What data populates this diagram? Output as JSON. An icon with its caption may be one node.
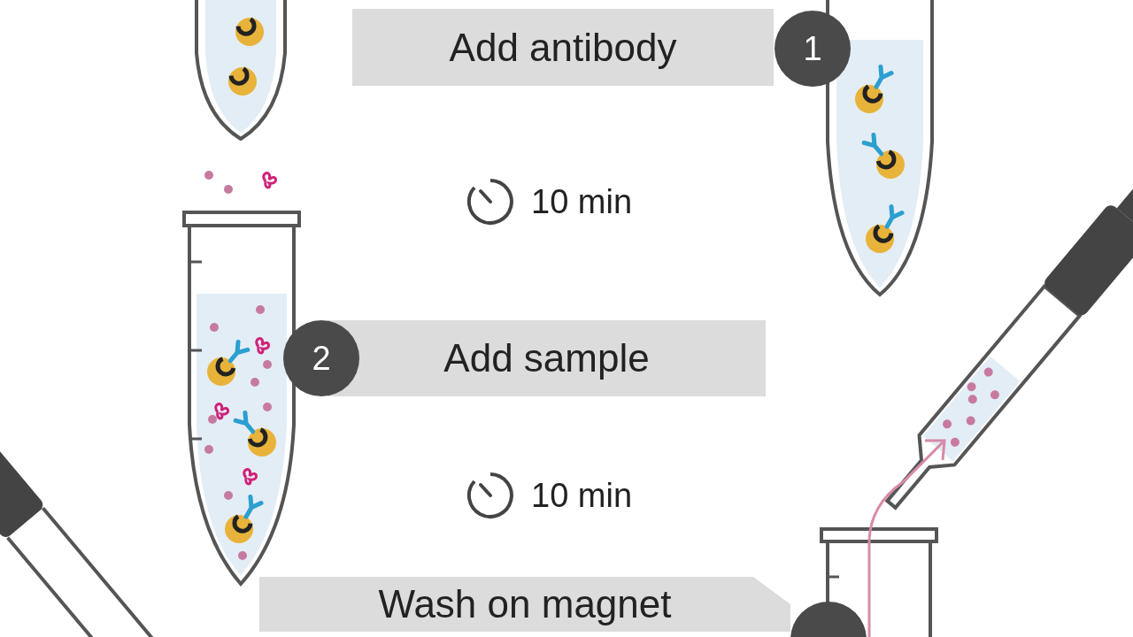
{
  "diagram": {
    "nodes": [
      {
        "text": [
          "Add antibody"
        ]
      },
      {
        "text": [
          "1"
        ]
      },
      {
        "text": [
          "Add sample"
        ]
      },
      {
        "text": [
          "2"
        ]
      },
      {
        "text": [
          "Wash on magnet"
        ]
      },
      {
        "text": [],
        "shape": "circle"
      }
    ],
    "labels": [
      "10 min",
      "10 min"
    ]
  }
}
